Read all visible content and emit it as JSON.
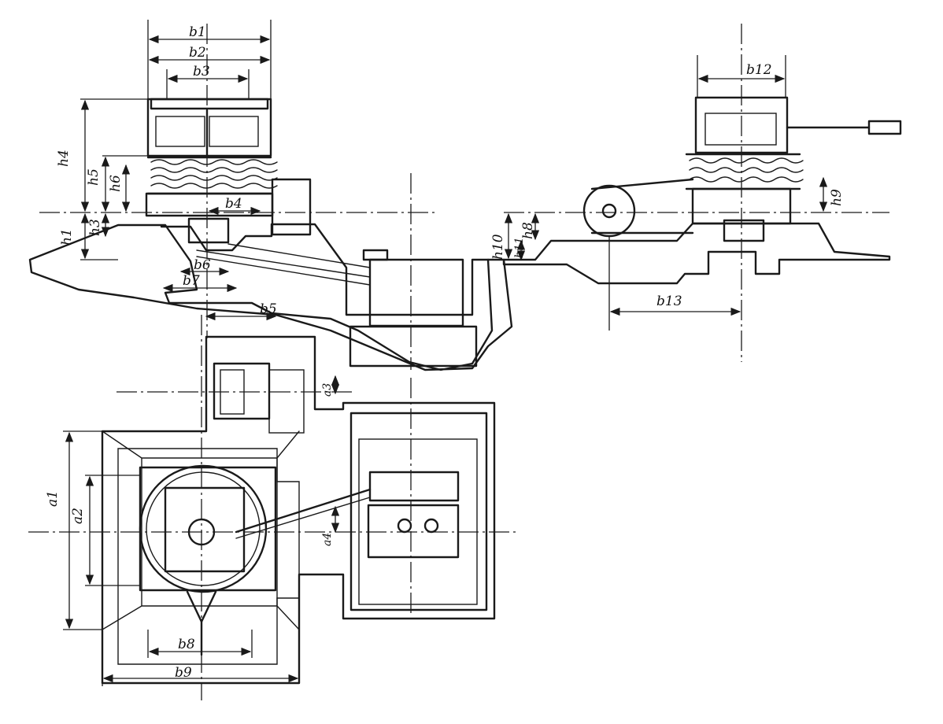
{
  "labels": {
    "b1": "b1",
    "b2": "b2",
    "b3": "b3",
    "b4": "b4",
    "b5": "b5",
    "b6": "b6",
    "b7": "b7",
    "b8": "b8",
    "b9": "b9",
    "b12": "b12",
    "b13": "b13",
    "h1": "h1",
    "h3": "h3",
    "h4": "h4",
    "h5": "h5",
    "h6": "h6",
    "h8": "h8",
    "h9": "h9",
    "h10": "h10",
    "h11": "h11",
    "a1": "a1",
    "a2": "a2",
    "a3": "a3",
    "a4": "a4"
  }
}
